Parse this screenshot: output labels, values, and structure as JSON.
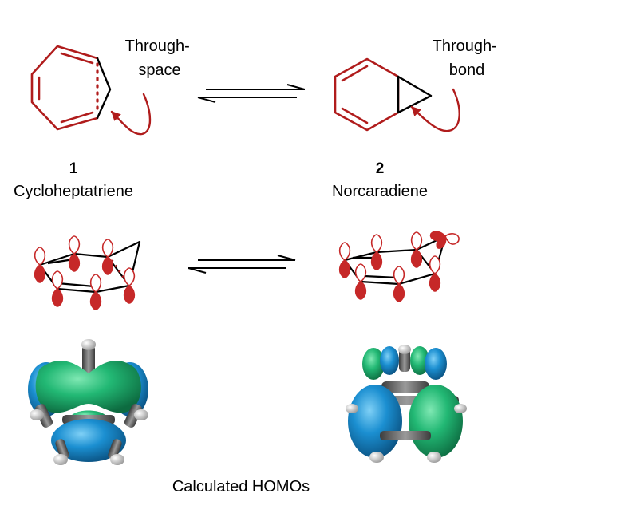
{
  "labels": {
    "through_space": [
      "Through-",
      "space"
    ],
    "through_bond": [
      "Through-",
      "bond"
    ],
    "compound1_number": "1",
    "compound1_name": "Cycloheptatriene",
    "compound2_number": "2",
    "compound2_name": "Norcaradiene",
    "caption": "Calculated HOMOs"
  },
  "colors": {
    "bond_highlight": "#b01c1c",
    "bond_plain": "#000000",
    "orbital_lobe": "#c62828",
    "homo_positive": "#1fb870",
    "homo_negative": "#1b8fd1",
    "hydrogen": "#e6e6e6"
  }
}
